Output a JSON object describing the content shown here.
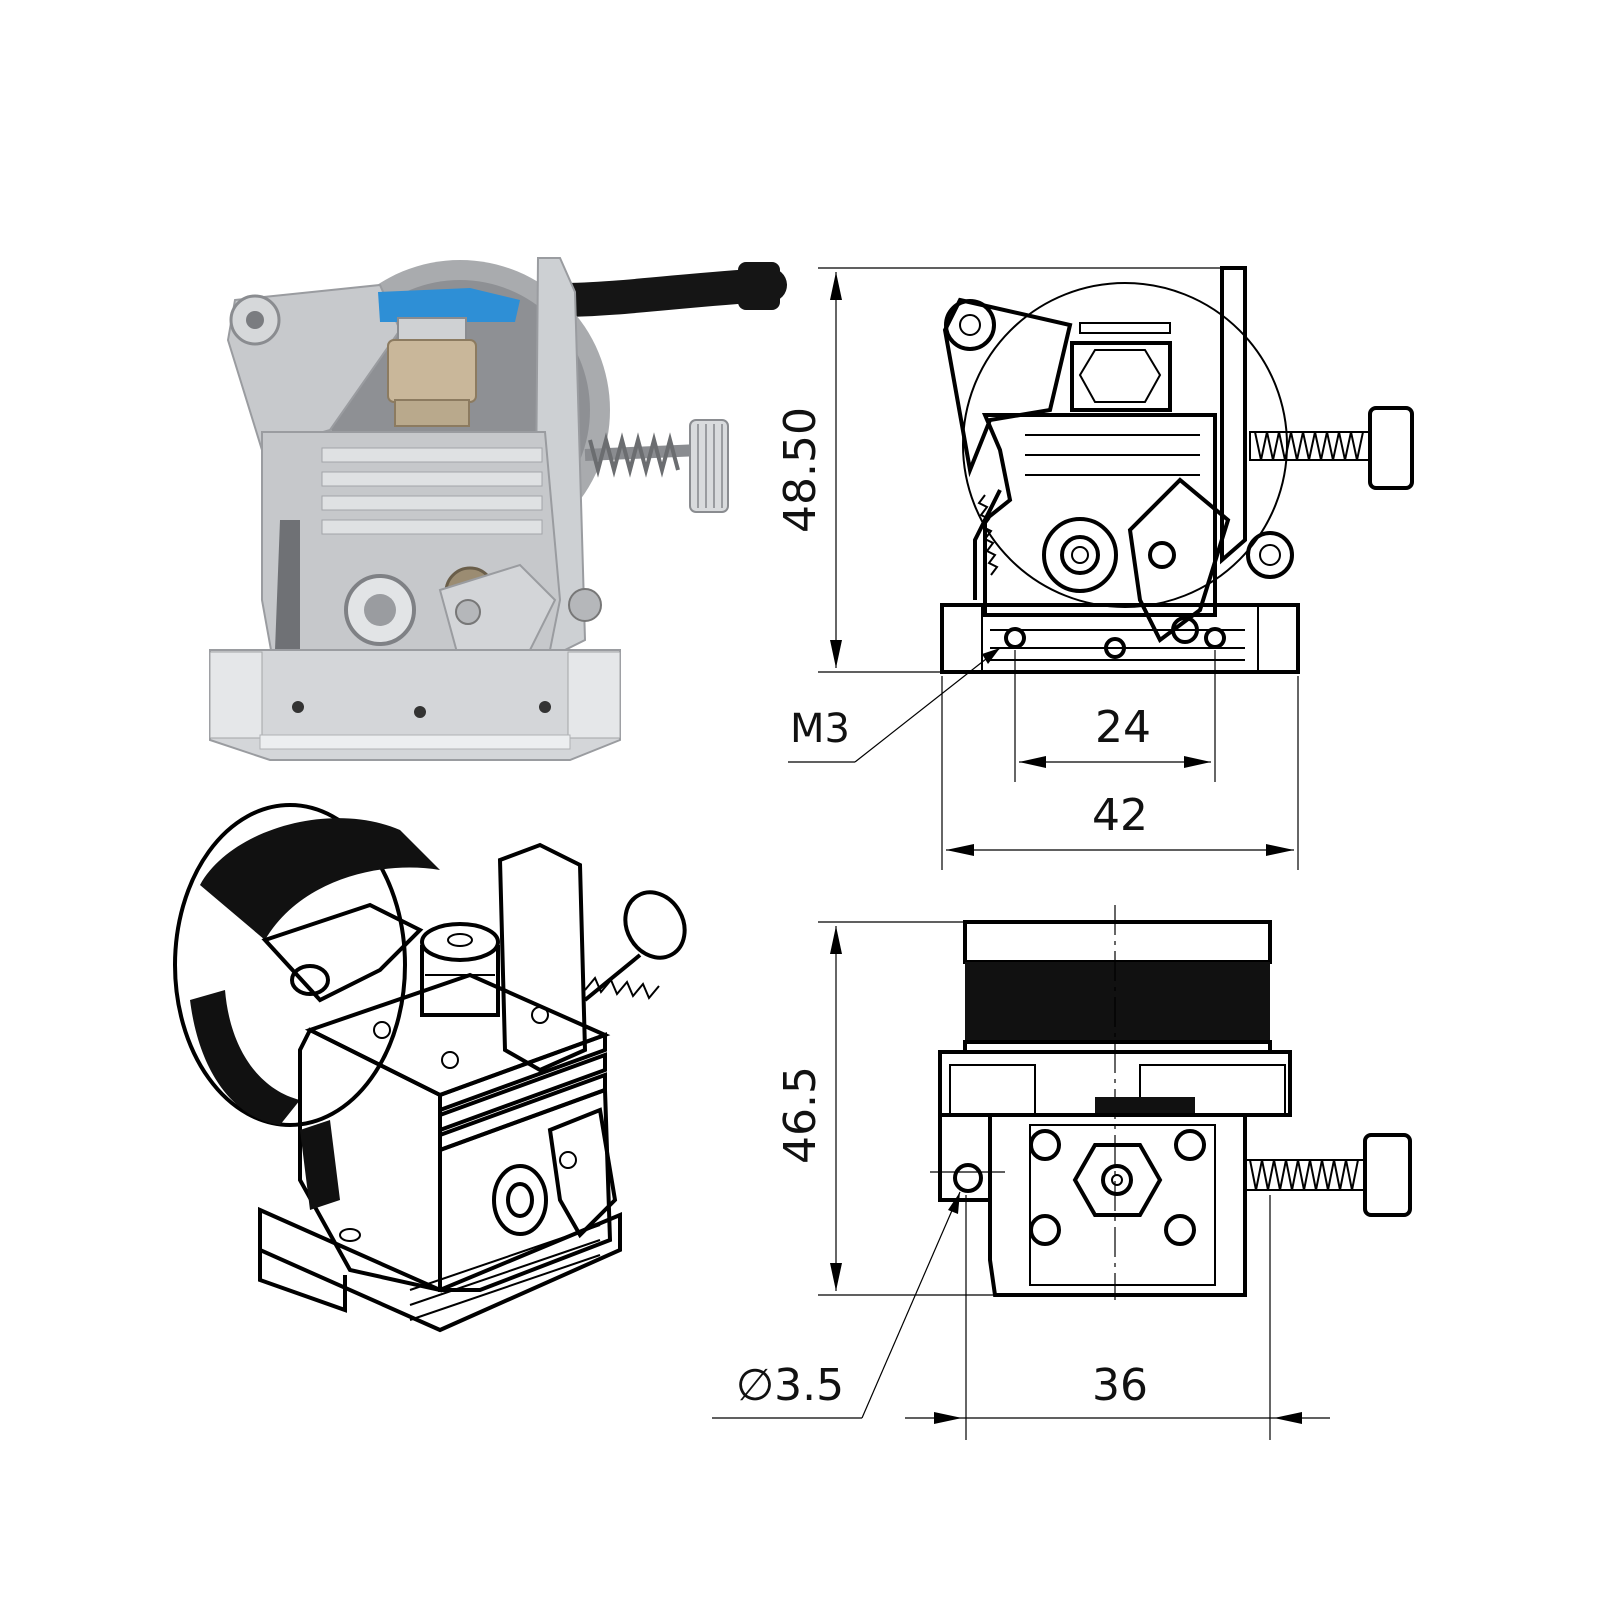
{
  "dimensions": {
    "height_front": "48.50",
    "thread": "M3",
    "hole_spacing": "24",
    "width_front": "42",
    "height_bottom": "46.5",
    "hole_diameter": "∅3.5",
    "width_bottom": "36"
  },
  "colors": {
    "aluminum": "#c9cbce",
    "aluminum_shadow": "#9a9ca0",
    "fitting_blue": "#2e8fd6",
    "cable": "#151515",
    "brass": "#b9a98c",
    "line": "#000000"
  }
}
